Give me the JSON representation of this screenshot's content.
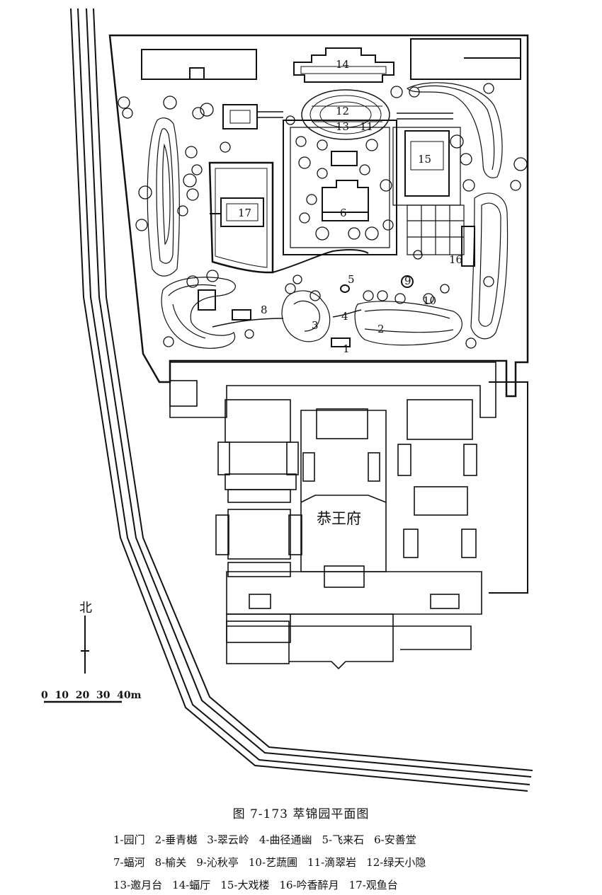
{
  "figure": {
    "title": "图 7-173   萃锦园平面图",
    "legend_lines": [
      [
        "1-园门",
        "2-垂青樾",
        "3-翠云岭",
        "4-曲径通幽",
        "5-飞来石",
        "6-安善堂"
      ],
      [
        "7-蝠河",
        "8-榆关",
        "9-沁秋亭",
        "10-艺蔬圃",
        "11-滴翠岩",
        "12-绿天小隐"
      ],
      [
        "13-邀月台",
        "14-蝠厅",
        "15-大戏楼",
        "16-吟香醉月",
        "17-观鱼台"
      ]
    ]
  },
  "map": {
    "palace_label": "恭王府",
    "north_label": "北",
    "scale_label": "0  10  20  30  40m",
    "markers": [
      "1",
      "2",
      "3",
      "4",
      "5",
      "6",
      "8",
      "9",
      "10",
      "11",
      "12",
      "13",
      "14",
      "15",
      "16",
      "17"
    ]
  }
}
